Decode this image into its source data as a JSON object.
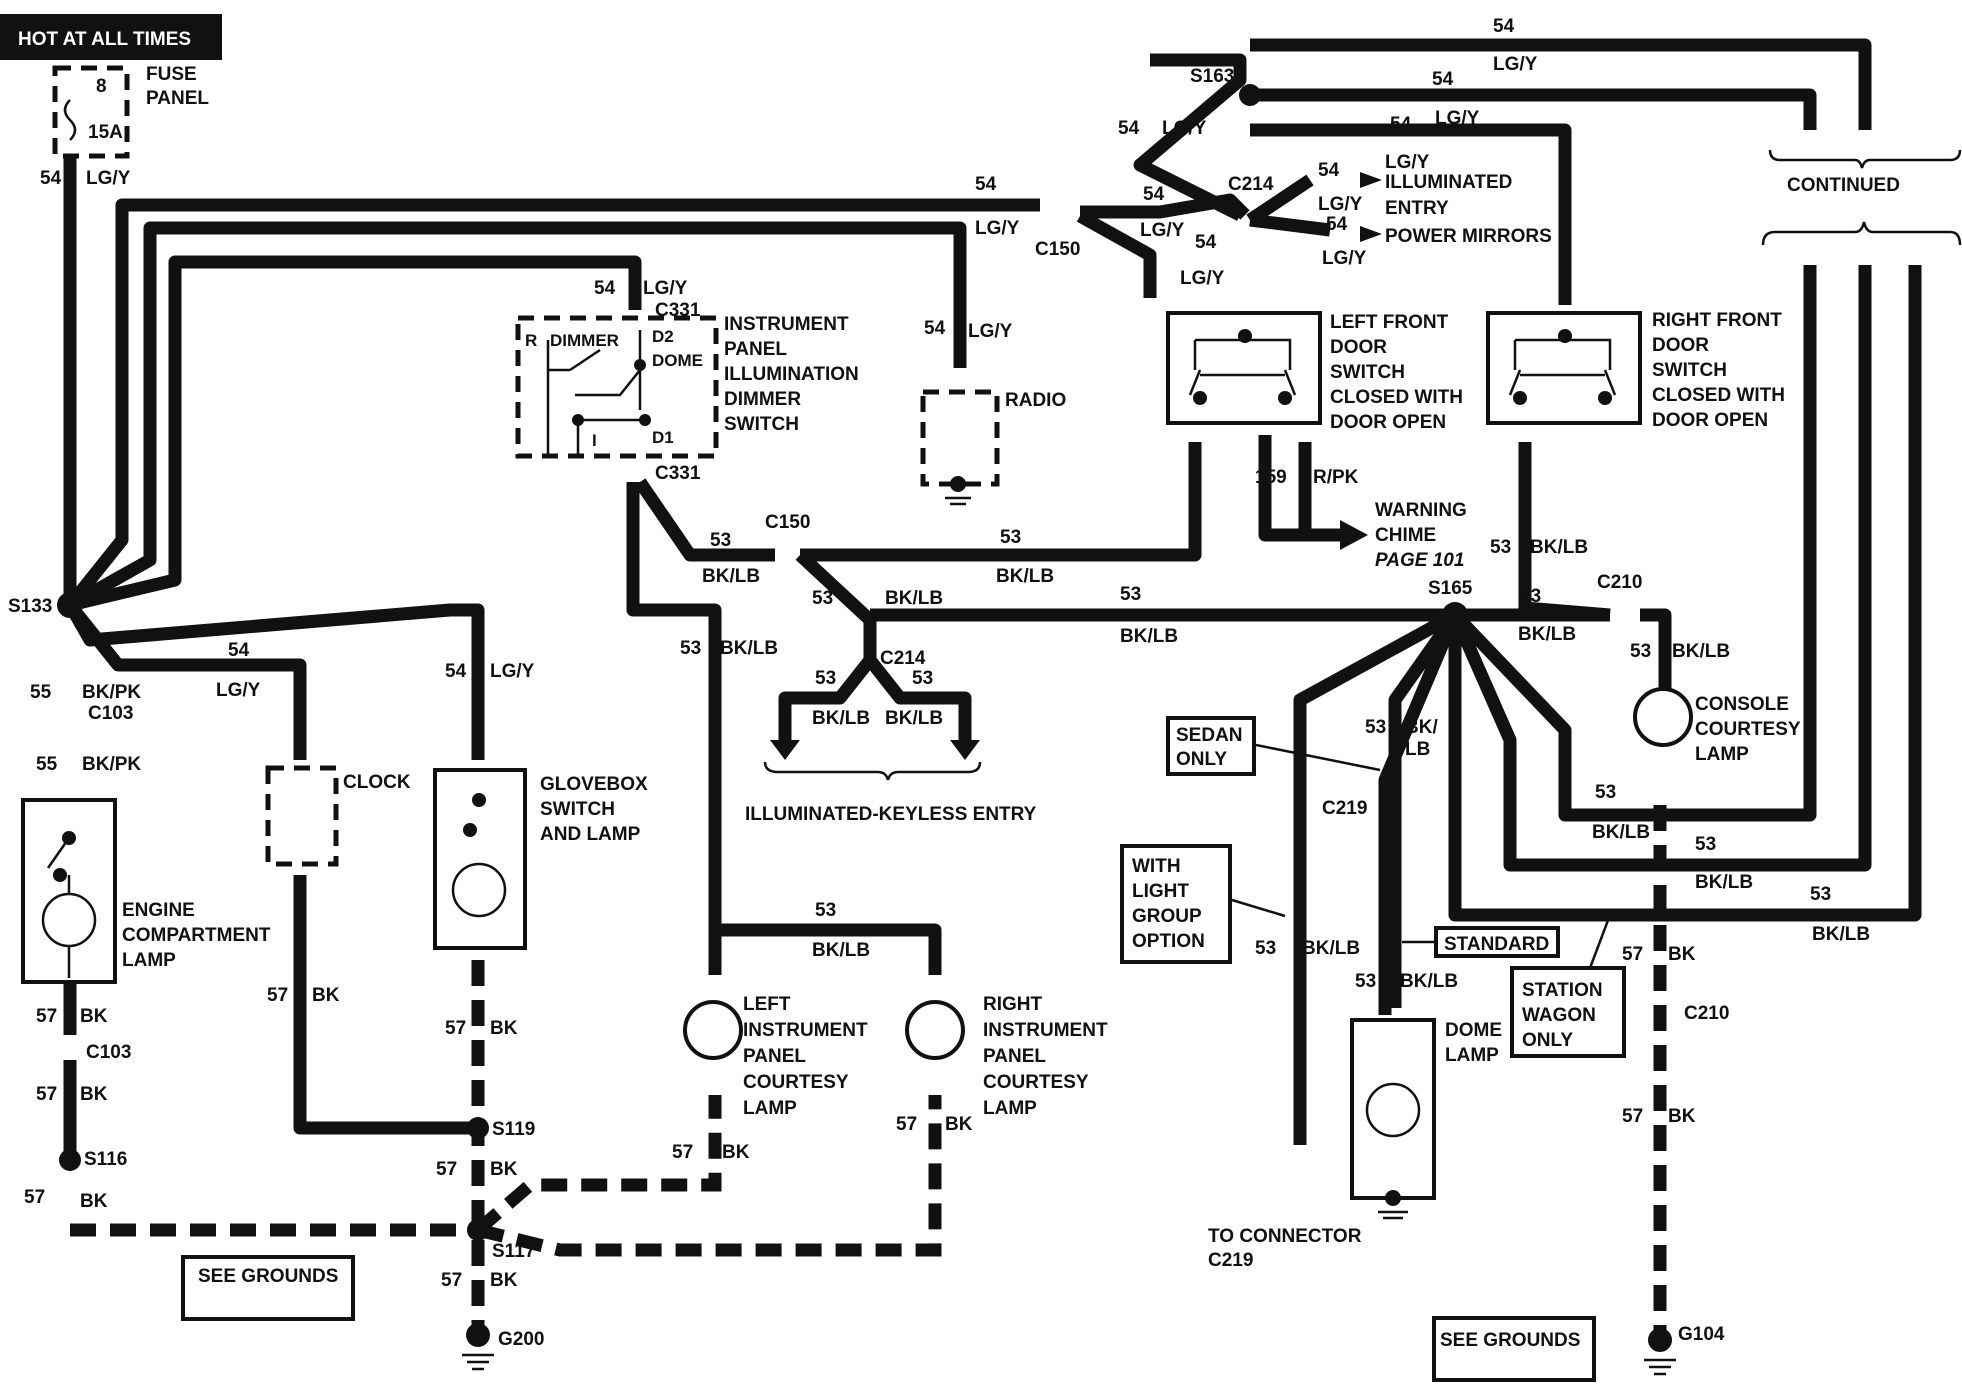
{
  "header": {
    "title": "HOT AT ALL TIMES"
  },
  "fuse": {
    "number": "8",
    "rating": "15A",
    "label_1": "FUSE",
    "label_2": "PANEL"
  },
  "circuits": {
    "c54": "54",
    "c53": "53",
    "c55": "55",
    "c57": "57",
    "c159": "159",
    "lgy": "LG/Y",
    "bklb": "BK/LB",
    "bkpk": "BK/PK",
    "bk": "BK",
    "rpk": "R/PK",
    "bk_split": "BK/",
    "lb": "LB"
  },
  "splices": {
    "s133": "S133",
    "s163": "S163",
    "s165": "S165",
    "s116": "S116",
    "s119": "S119",
    "s117": "S117",
    "g200": "G200",
    "g104": "G104"
  },
  "connectors": {
    "c214": "C214",
    "c150": "C150",
    "c331": "C331",
    "c103": "C103",
    "c210": "C210",
    "c219": "C219"
  },
  "components": {
    "dimmer": {
      "l1": "INSTRUMENT",
      "l2": "PANEL",
      "l3": "ILLUMINATION",
      "l4": "DIMMER",
      "l5": "SWITCH",
      "r": "R",
      "dimmer": "DIMMER",
      "d2": "D2",
      "dome": "DOME",
      "i": "I",
      "d1": "D1"
    },
    "radio": "RADIO",
    "left_door": {
      "l1": "LEFT FRONT",
      "l2": "DOOR",
      "l3": "SWITCH",
      "l4": "CLOSED WITH",
      "l5": "DOOR OPEN"
    },
    "right_door": {
      "l1": "RIGHT FRONT",
      "l2": "DOOR",
      "l3": "SWITCH",
      "l4": "CLOSED WITH",
      "l5": "DOOR OPEN"
    },
    "engine_lamp": {
      "l1": "ENGINE",
      "l2": "COMPARTMENT",
      "l3": "LAMP"
    },
    "clock": "CLOCK",
    "glovebox": {
      "l1": "GLOVEBOX",
      "l2": "SWITCH",
      "l3": "AND LAMP"
    },
    "left_ip": {
      "l1": "LEFT",
      "l2": "INSTRUMENT",
      "l3": "PANEL",
      "l4": "COURTESY",
      "l5": "LAMP"
    },
    "right_ip": {
      "l1": "RIGHT",
      "l2": "INSTRUMENT",
      "l3": "PANEL",
      "l4": "COURTESY",
      "l5": "LAMP"
    },
    "console": {
      "l1": "CONSOLE",
      "l2": "COURTESY",
      "l3": "LAMP"
    },
    "dome": {
      "l1": "DOME",
      "l2": "LAMP"
    }
  },
  "notes": {
    "illum_entry": "ILLUMINATED",
    "entry": "ENTRY",
    "power_mirrors": "POWER MIRRORS",
    "continued": "CONTINUED",
    "warning_1": "WARNING",
    "warning_2": "CHIME",
    "warning_page": "PAGE 101",
    "keyless": "ILLUMINATED-KEYLESS ENTRY",
    "sedan_1": "SEDAN",
    "sedan_2": "ONLY",
    "light_1": "WITH",
    "light_2": "LIGHT",
    "light_3": "GROUP",
    "light_4": "OPTION",
    "standard": "STANDARD",
    "wagon_1": "STATION",
    "wagon_2": "WAGON",
    "wagon_3": "ONLY",
    "to_conn_1": "TO CONNECTOR",
    "to_conn_2": "C219",
    "see_grounds": "SEE GROUNDS"
  }
}
